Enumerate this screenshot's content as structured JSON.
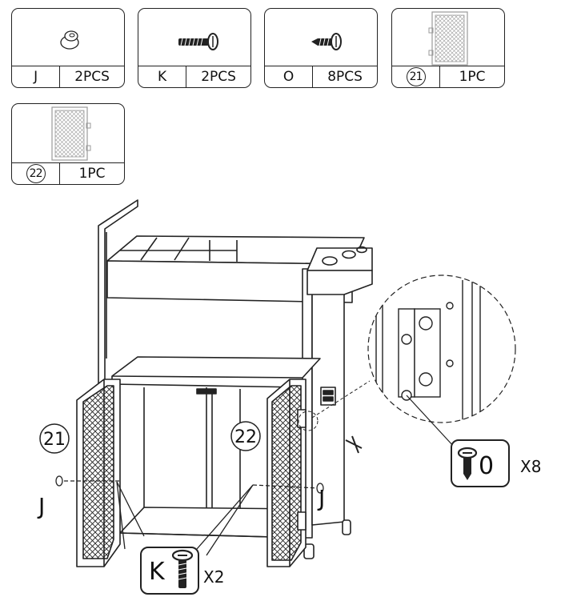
{
  "parts": [
    {
      "id": "J",
      "qty": "2PCS"
    },
    {
      "id": "K",
      "qty": "2PCS"
    },
    {
      "id": "O",
      "qty": "8PCS"
    },
    {
      "id": "21",
      "qty": "1PC"
    },
    {
      "id": "22",
      "qty": "1PC"
    }
  ],
  "callouts": {
    "door_left": "21",
    "door_right": "22",
    "knob_left": "J",
    "knob_right": "J",
    "screw_k": "K",
    "screw_k_qty": "X2",
    "screw_o": "0",
    "screw_o_qty": "X8"
  }
}
